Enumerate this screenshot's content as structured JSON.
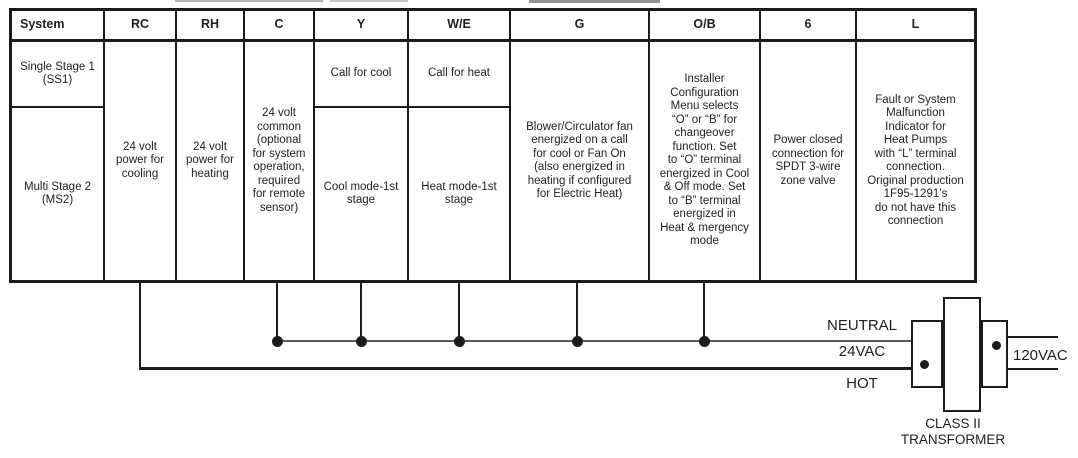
{
  "table": {
    "headers": [
      "System",
      "RC",
      "RH",
      "C",
      "Y",
      "W/E",
      "G",
      "O/B",
      "6",
      "L"
    ],
    "system": {
      "row1": "Single Stage 1\n(SS1)",
      "row2": "Multi Stage 2\n(MS2)"
    },
    "rc": "24 volt\npower for\ncooling",
    "rh": "24 volt\npower for\nheating",
    "c": "24 volt\ncommon\n(optional\nfor system\noperation,\nrequired\nfor remote\nsensor)",
    "y": {
      "row1": "Call for cool",
      "row2": "Cool mode-1st\nstage"
    },
    "we": {
      "row1": "Call for heat",
      "row2": "Heat mode-1st\nstage"
    },
    "g": "Blower/Circulator fan\nenergized on a call\nfor cool or Fan On\n(also energized in\nheating if configured\nfor Electric Heat)",
    "ob": "Installer\nConfiguration\nMenu selects\n“O” or “B” for\nchangeover\nfunction. Set\nto “O” terminal\nenergized in Cool\n& Off mode. Set\nto “B” terminal\nenergized in\nHeat & mergency\nmode",
    "six": "Power closed\nconnection for\nSPDT 3-wire\nzone valve",
    "l": "Fault or System\nMalfunction\nIndicator for\nHeat Pumps\nwith “L” terminal\nconnection.\nOriginal production\n1F95-1291’s\ndo not have this\nconnection"
  },
  "wiring": {
    "neutral_label": "NEUTRAL",
    "vac24_label": "24VAC",
    "hot_label": "HOT",
    "vac120_label": "120VAC",
    "transformer_label": "CLASS II\nTRANSFORMER",
    "hot_terminal": "RC",
    "terminals_on_24vac_line": [
      "C",
      "Y",
      "W/E",
      "G",
      "O/B"
    ]
  },
  "colors": {
    "line_black": "#1c1c1c",
    "line_gray": "#5a5a5a",
    "text": "#1f1f1f",
    "background": "#ffffff"
  }
}
